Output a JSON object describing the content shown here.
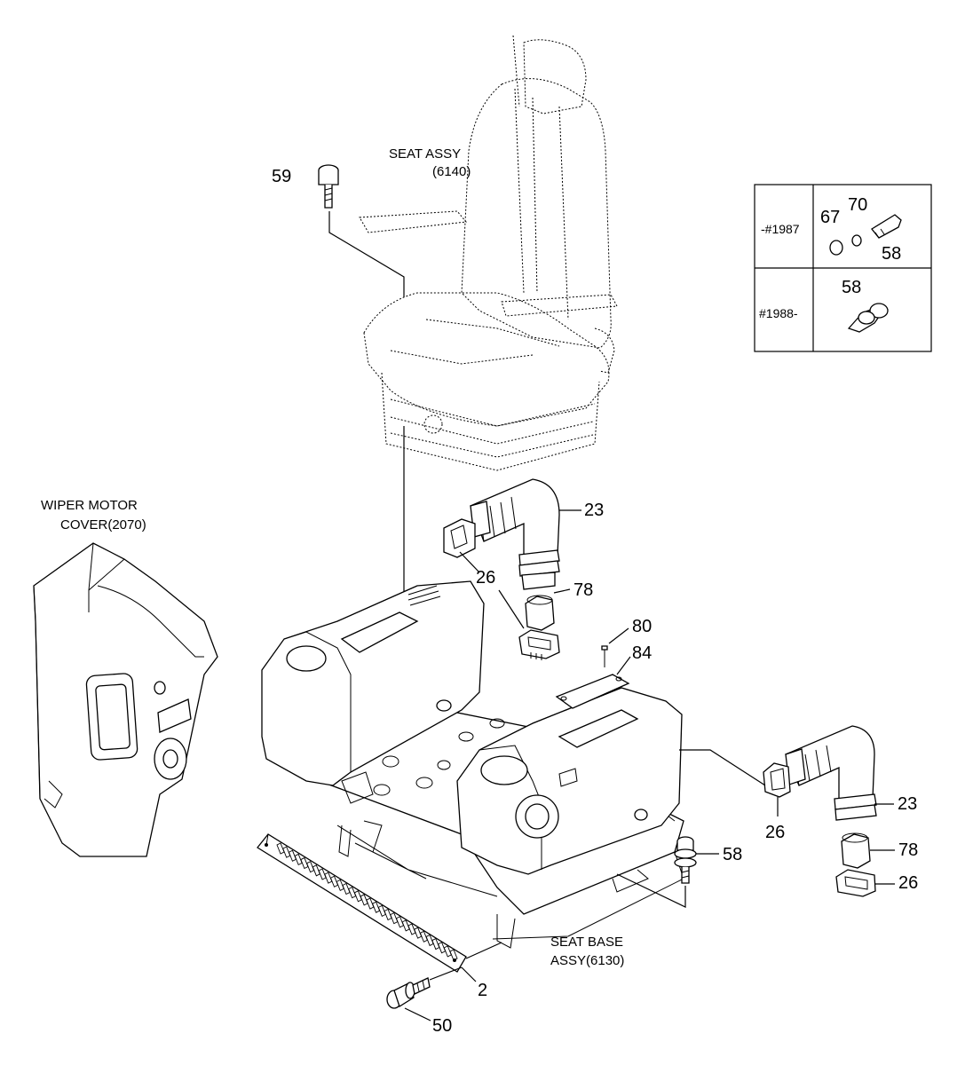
{
  "labels": {
    "seat_assy_line1": "SEAT ASSY",
    "seat_assy_line2": "(6140)",
    "wiper_line1": "WIPER MOTOR",
    "wiper_line2": "COVER(2070)",
    "seat_base_line1": "SEAT BASE",
    "seat_base_line2": "ASSY(6130)"
  },
  "callouts": {
    "p59": "59",
    "p23_top": "23",
    "p26_top": "26",
    "p78_top": "78",
    "p80": "80",
    "p84": "84",
    "p23_right": "23",
    "p26_mid": "26",
    "p78_right": "78",
    "p26_right": "26",
    "p58": "58",
    "p2": "2",
    "p50": "50"
  },
  "serial_table": {
    "rows": [
      {
        "serial": "-#1987",
        "parts": [
          "67",
          "70",
          "58"
        ]
      },
      {
        "serial": "#1988-",
        "parts": [
          "58"
        ]
      }
    ]
  }
}
